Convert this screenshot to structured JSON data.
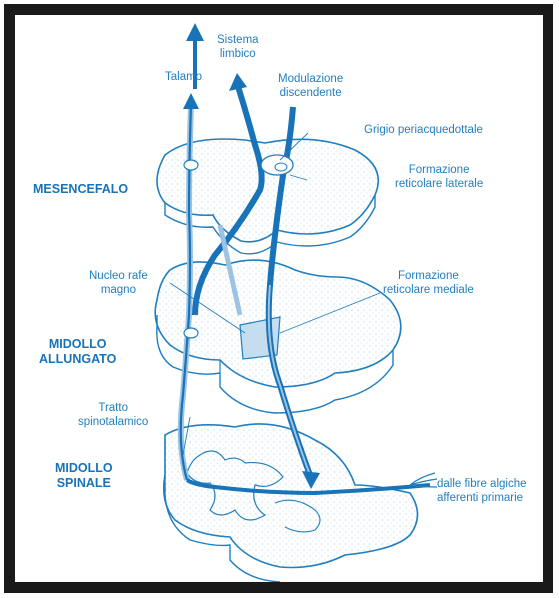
{
  "colors": {
    "frame": "#1a1a1a",
    "outline": "#1f7fc0",
    "stipple": "#a9c9e2",
    "pathway": "#1873b8",
    "pathway_light": "#9cc3e2"
  },
  "regions": {
    "mesencefalo": "MESENCEFALO",
    "midollo_allungato_1": "MIDOLLO",
    "midollo_allungato_2": "ALLUNGATO",
    "midollo_spinale_1": "MIDOLLO",
    "midollo_spinale_2": "SPINALE"
  },
  "labels": {
    "talamo": "Talamo",
    "sistema_limbico_1": "Sistema",
    "sistema_limbico_2": "limbico",
    "modulazione_1": "Modulazione",
    "modulazione_2": "discendente",
    "grigio": "Grigio periacquedottale",
    "formazione_laterale_1": "Formazione",
    "formazione_laterale_2": "reticolare laterale",
    "nucleo_rafe_1": "Nucleo rafe",
    "nucleo_rafe_2": "magno",
    "formazione_mediale_1": "Formazione",
    "formazione_mediale_2": "reticolare mediale",
    "tratto_1": "Tratto",
    "tratto_2": "spinotalamico",
    "fibre_1": "dalle fibre algiche",
    "fibre_2": "afferenti primarie"
  }
}
